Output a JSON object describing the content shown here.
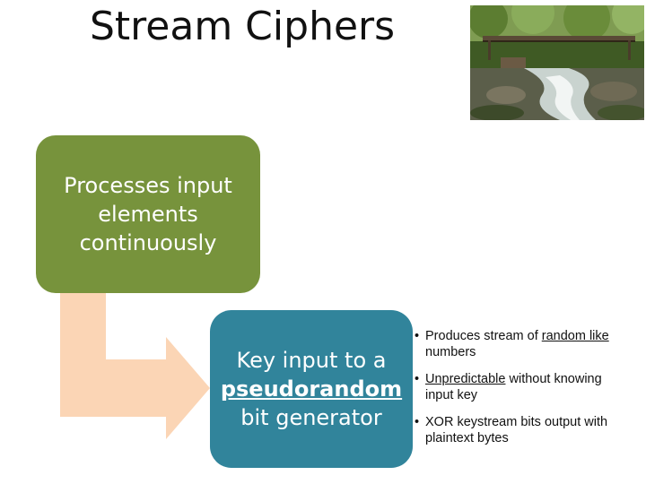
{
  "slide": {
    "title": "Stream Ciphers",
    "top_box": {
      "text": "Processes input elements continuously"
    },
    "bottom_box": {
      "line1": "Key input to a",
      "line2": "pseudorandom",
      "line3": "bit generator"
    },
    "bullets": [
      {
        "marker": "•",
        "prefix": "Produces stream of ",
        "underlined": "random like",
        "suffix": " numbers"
      },
      {
        "marker": "•",
        "prefix": "",
        "underlined": "Unpredictable",
        "suffix": " without knowing input key"
      },
      {
        "marker": "•",
        "prefix": "XOR keystream bits output with plaintext bytes",
        "underlined": "",
        "suffix": ""
      }
    ],
    "colors": {
      "green_box": "#77933c",
      "teal_box": "#31849b",
      "arrow": "#fbd5b5"
    },
    "photo_icon": "stream-with-bridge-photo"
  }
}
